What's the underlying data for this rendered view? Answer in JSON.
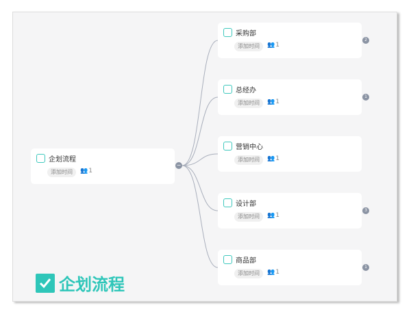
{
  "root": {
    "title": "企划流程",
    "tag": "添加时间",
    "members": "1"
  },
  "children": [
    {
      "title": "采购部",
      "tag": "添加时间",
      "members": "1",
      "badge": "2"
    },
    {
      "title": "总经办",
      "tag": "添加时间",
      "members": "1",
      "badge": "1"
    },
    {
      "title": "营销中心",
      "tag": "添加时间",
      "members": "1",
      "badge": null
    },
    {
      "title": "设计部",
      "tag": "添加时间",
      "members": "1",
      "badge": "3"
    },
    {
      "title": "商品部",
      "tag": "添加时间",
      "members": "1",
      "badge": "1"
    }
  ],
  "logo": {
    "text": "企划流程"
  },
  "colors": {
    "accent": "#2ec6b9",
    "line": "#a8aebb",
    "badge": "#8a93a3"
  }
}
